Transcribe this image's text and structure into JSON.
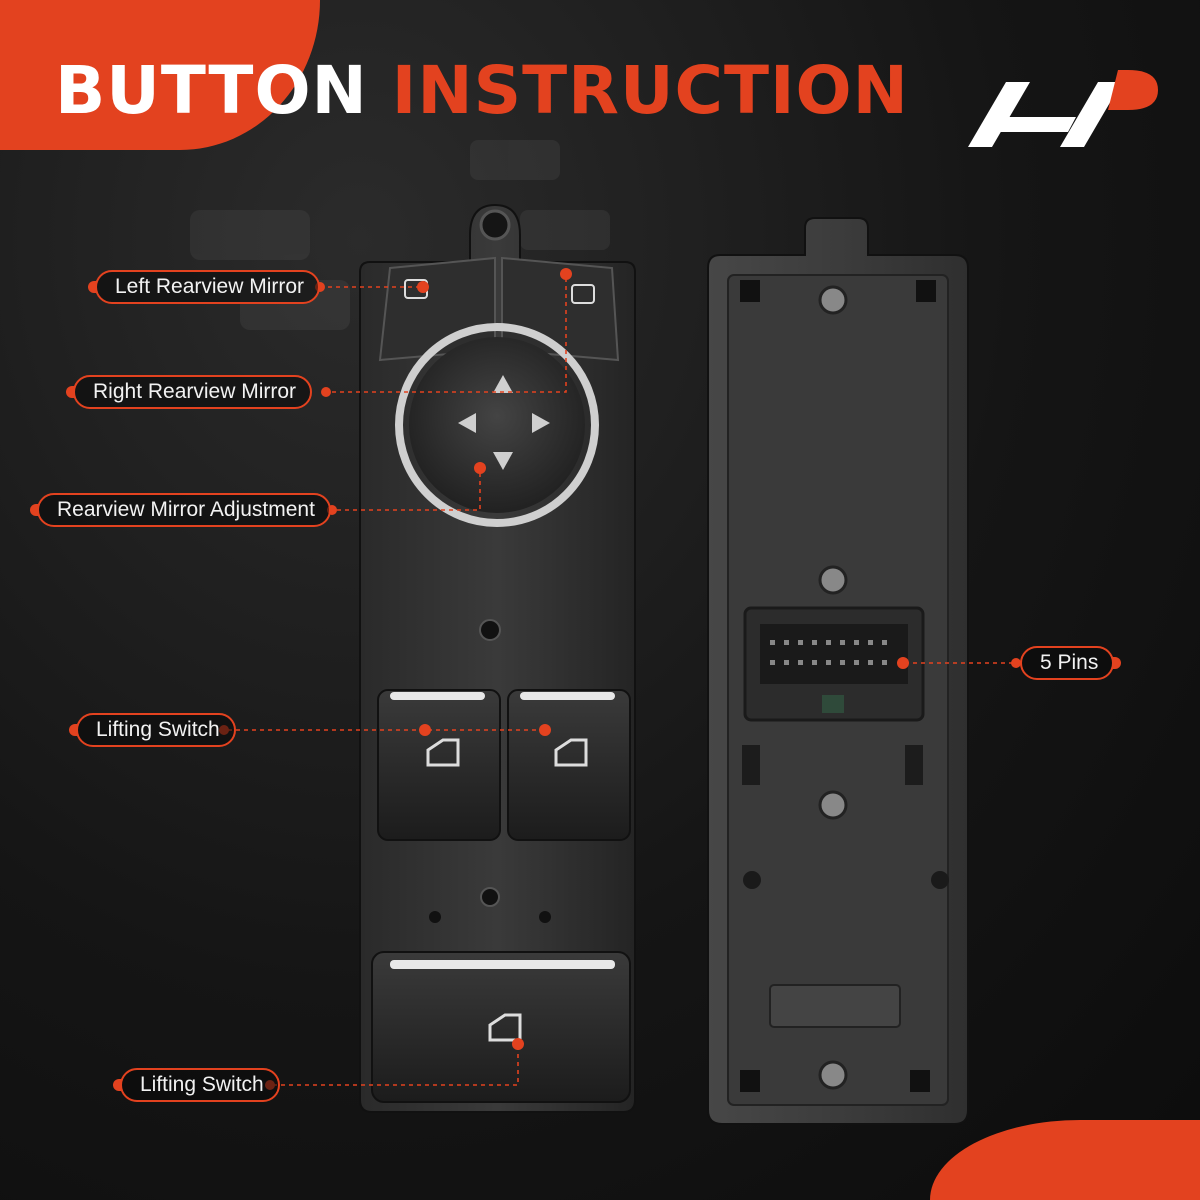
{
  "header": {
    "title_white": "BUTTON",
    "title_orange": "INSTRUCTION"
  },
  "logo": {
    "icon": "brand-logo-icon"
  },
  "callouts": {
    "left_mirror": "Left Rearview Mirror",
    "right_mirror": "Right Rearview Mirror",
    "mirror_adjustment": "Rearview Mirror Adjustment",
    "lifting_switch_1": "Lifting Switch",
    "lifting_switch_2": "Lifting Switch",
    "pins": "5 Pins"
  },
  "colors": {
    "accent": "#e3421f",
    "background": "#151515",
    "text": "#f2f2f2"
  }
}
